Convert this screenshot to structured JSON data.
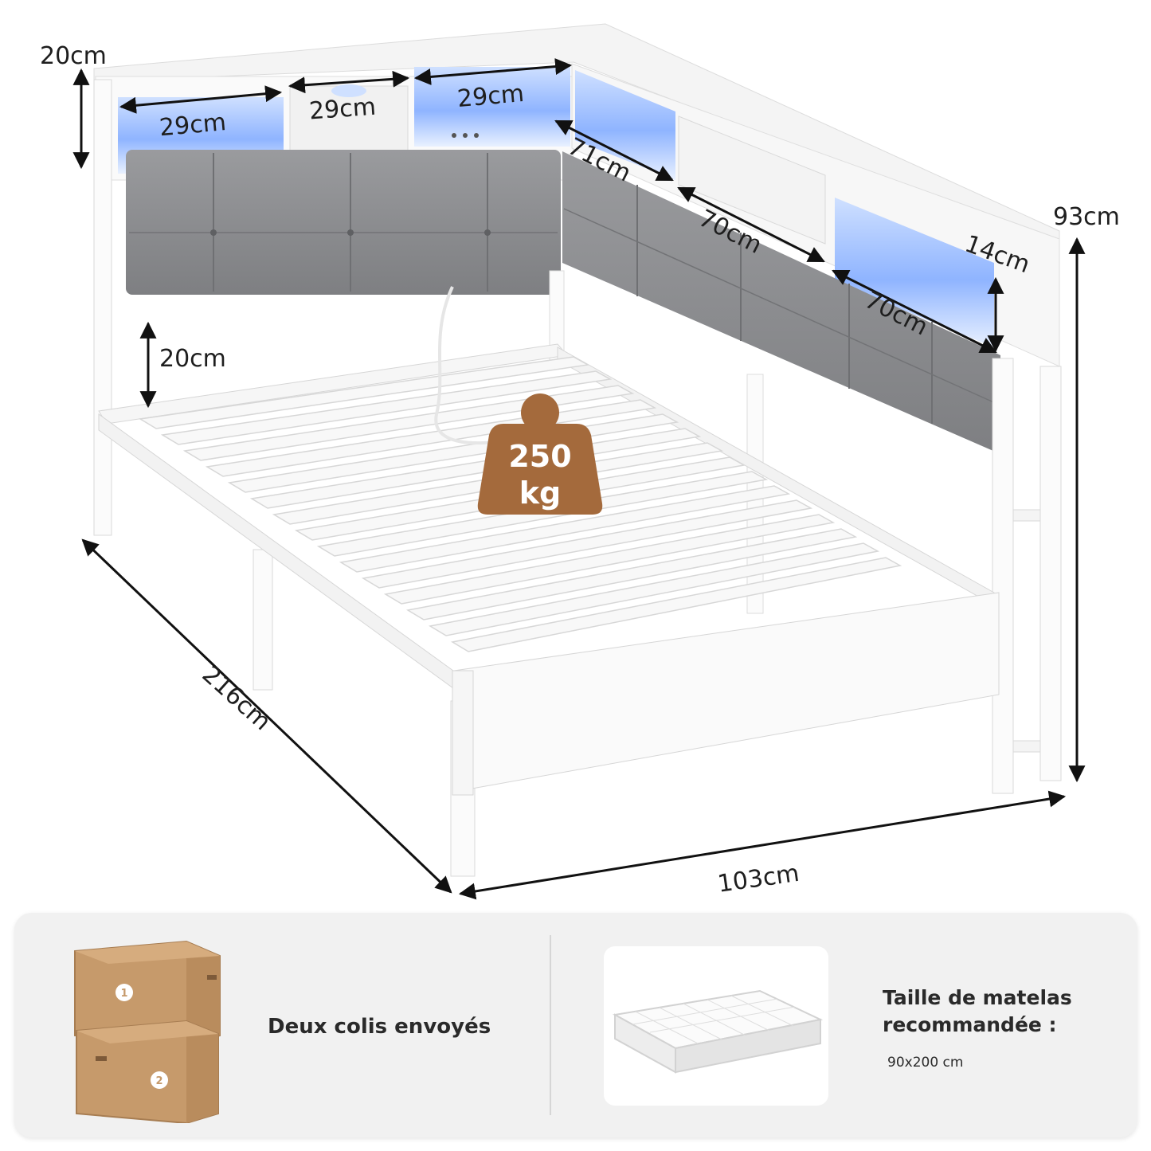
{
  "dimensions": {
    "shelf_height": "20cm",
    "left_compartment_width": "29cm",
    "middle_drawer_width": "29cm",
    "right_compartment_width": "29cm",
    "side_segment_1": "71cm",
    "side_segment_2": "70cm",
    "side_segment_3": "70cm",
    "shelf_depth": "14cm",
    "total_height": "93cm",
    "under_bed_clearance": "20cm",
    "length": "216cm",
    "width": "103cm"
  },
  "load_capacity": {
    "value": "250",
    "unit": "kg"
  },
  "info": {
    "packages_label": "Deux colis envoyés",
    "box_numbers": [
      "1",
      "2"
    ],
    "mattress_title_line1": "Taille de matelas",
    "mattress_title_line2": "recommandée :",
    "mattress_size": "90x200 cm"
  },
  "colors": {
    "frame": "#ffffff",
    "upholstery": "#8a8b8e",
    "led_glow": "#8fb4ff",
    "weight_badge": "#a46a3c",
    "cardboard": "#c69a6b"
  }
}
